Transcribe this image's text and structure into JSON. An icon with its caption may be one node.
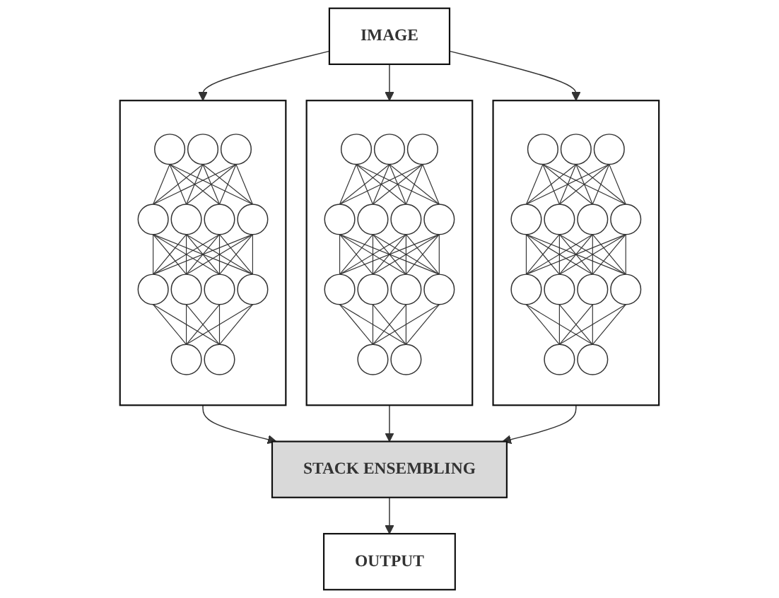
{
  "diagram": {
    "nodes": [
      {
        "text": [
          "IMAGE"
        ]
      },
      {
        "text": [],
        "shape": "picture"
      },
      {
        "text": [],
        "shape": "picture"
      },
      {
        "text": [],
        "shape": "picture"
      },
      {
        "text": [
          "STACK ENSEMBLING"
        ]
      },
      {
        "text": [
          "OUTPUT"
        ]
      }
    ],
    "edges": [
      {
        "from": 0,
        "to": 1,
        "arrow": "to"
      },
      {
        "from": 0,
        "to": 2,
        "arrow": "to"
      },
      {
        "from": 0,
        "to": 3,
        "arrow": "to"
      },
      {
        "from": 1,
        "to": 4,
        "arrow": "to"
      },
      {
        "from": 2,
        "to": 4,
        "arrow": "to"
      },
      {
        "from": 3,
        "to": 4,
        "arrow": "to"
      },
      {
        "from": 4,
        "to": 5,
        "arrow": "to"
      }
    ]
  }
}
